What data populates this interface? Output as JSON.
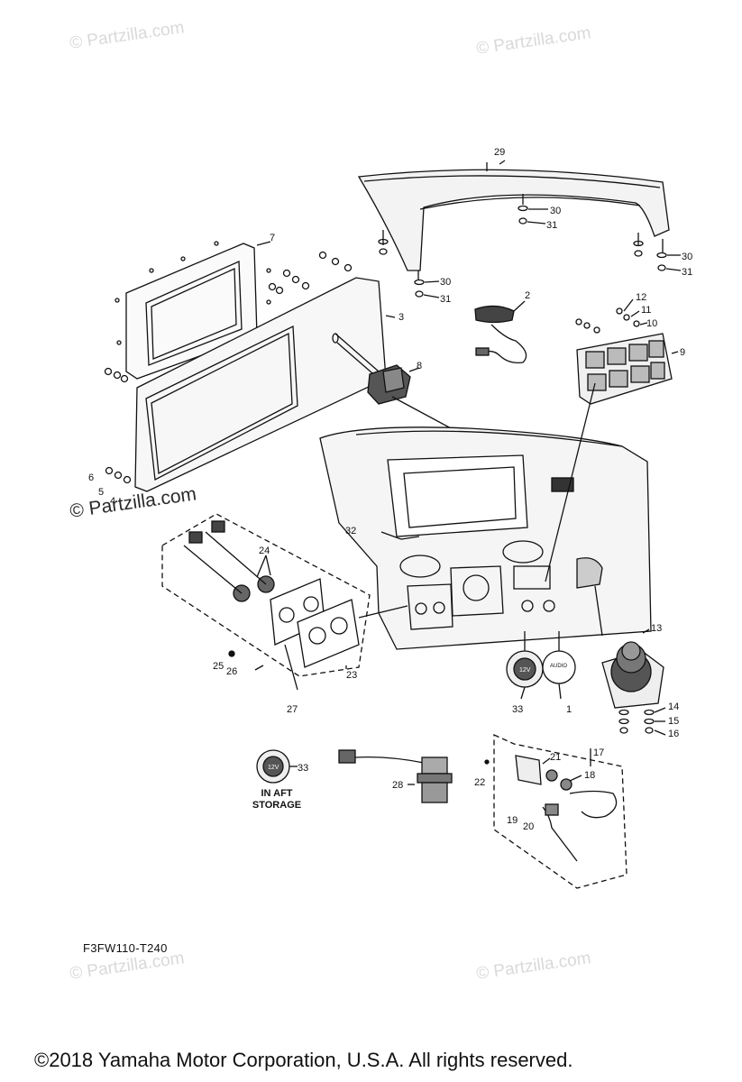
{
  "watermarks": {
    "top_left": "© Partzilla.com",
    "top_right": "© Partzilla.com",
    "mid_left": "© Partzilla.com",
    "bottom_left": "© Partzilla.com",
    "bottom_right": "© Partzilla.com"
  },
  "callouts": {
    "p1": "1",
    "p2": "2",
    "p3": "3",
    "p4": "4",
    "p5": "5",
    "p6": "6",
    "p7": "7",
    "p8": "8",
    "p9": "9",
    "p10": "10",
    "p11": "11",
    "p12": "12",
    "p13": "13",
    "p14": "14",
    "p15": "15",
    "p16": "16",
    "p17": "17",
    "p18": "18",
    "p19": "19",
    "p20": "20",
    "p21": "21",
    "p22": "22",
    "p23": "23",
    "p24": "24",
    "p25": "25",
    "p26": "26",
    "p27": "27",
    "p28": "28",
    "p29": "29",
    "p30a": "30",
    "p30b": "30",
    "p30c": "30",
    "p31a": "31",
    "p31b": "31",
    "p31c": "31",
    "p32": "32",
    "p33a": "33",
    "p33b": "33"
  },
  "socket_labels": {
    "twelve_v_a": "12V",
    "twelve_v_b": "12V",
    "audio": "AUDIO"
  },
  "note": {
    "line1": "IN AFT",
    "line2": "STORAGE"
  },
  "diagram_code": "F3FW110-T240",
  "copyright": "©2018  Yamaha Motor Corporation, U.S.A. All rights reserved."
}
